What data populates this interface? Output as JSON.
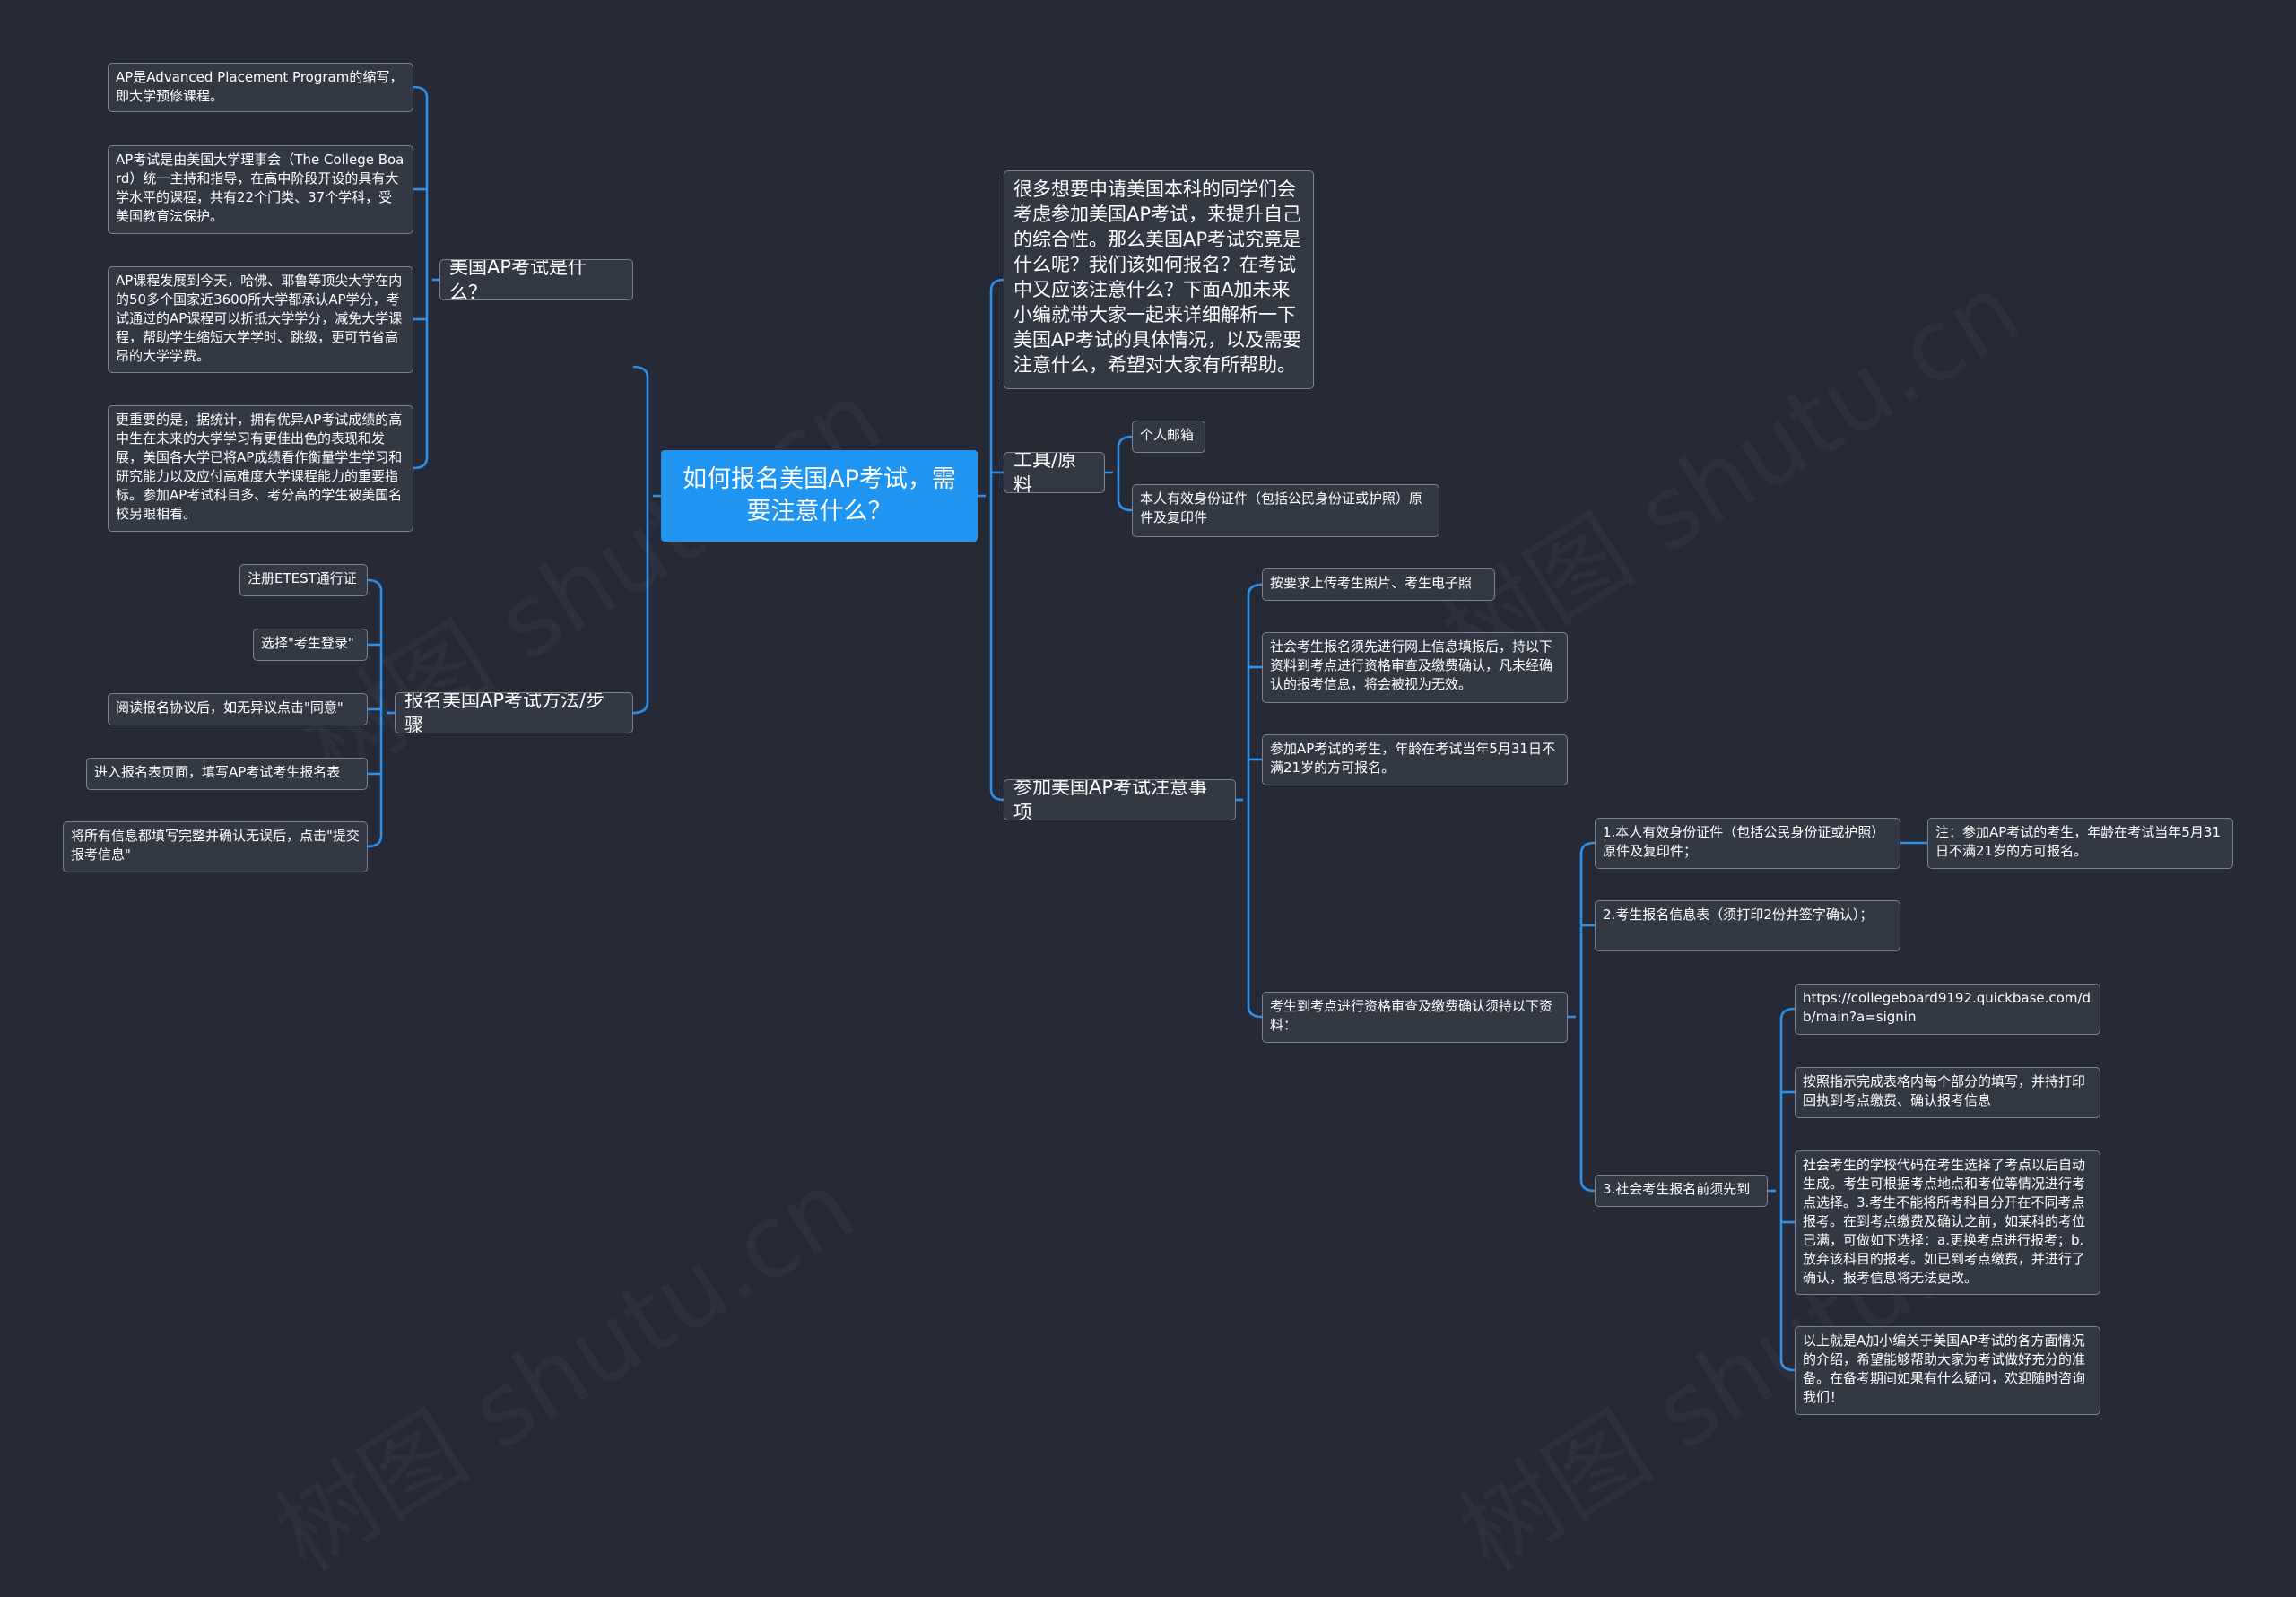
{
  "root": {
    "title": "如何报名美国AP考试，需要注意什么？"
  },
  "branches": {
    "what": {
      "label": "美国AP考试是什么？",
      "items": [
        "AP是Advanced Placement Program的缩写，即大学预修课程。",
        "AP考试是由美国大学理事会（The College Board）统一主持和指导，在高中阶段开设的具有大学水平的课程，共有22个门类、37个学科，受美国教育法保护。",
        "AP课程发展到今天，哈佛、耶鲁等顶尖大学在内的50多个国家近3600所大学都承认AP学分，考试通过的AP课程可以折抵大学学分，减免大学课程，帮助学生缩短大学学时、跳级，更可节省高昂的大学学费。",
        "更重要的是，据统计，拥有优异AP考试成绩的高中生在未来的大学学习有更佳出色的表现和发展，美国各大学已将AP成绩看作衡量学生学习和研究能力以及应付高难度大学课程能力的重要指标。参加AP考试科目多、考分高的学生被美国名校另眼相看。"
      ]
    },
    "steps": {
      "label": "报名美国AP考试方法/步骤",
      "items": [
        "注册ETEST通行证",
        "选择\"考生登录\"",
        "阅读报名协议后，如无异议点击\"同意\"",
        "进入报名表页面，填写AP考试考生报名表",
        "将所有信息都填写完整并确认无误后，点击\"提交报考信息\""
      ]
    },
    "intro": {
      "text": "很多想要申请美国本科的同学们会考虑参加美国AP考试，来提升自己的综合性。那么美国AP考试究竟是什么呢？我们该如何报名？在考试中又应该注意什么？下面A加未来小编就带大家一起来详细解析一下美国AP考试的具体情况，以及需要注意什么，希望对大家有所帮助。"
    },
    "tools": {
      "label": "工具/原料",
      "items": [
        "个人邮箱",
        "本人有效身份证件（包括公民身份证或护照）原件及复印件"
      ]
    },
    "notes": {
      "label": "参加美国AP考试注意事项",
      "items": [
        "按要求上传考生照片、考生电子照",
        "社会考生报名须先进行网上信息填报后，持以下资料到考点进行资格审查及缴费确认，凡未经确认的报考信息，将会被视为无效。",
        "参加AP考试的考生，年龄在考试当年5月31日不满21岁的方可报名。",
        "考生到考点进行资格审查及缴费确认须持以下资料："
      ],
      "materials": [
        "1.本人有效身份证件（包括公民身份证或护照）原件及复印件；",
        "2.考生报名信息表（须打印2份并签字确认）；",
        "3.社会考生报名前须先到"
      ],
      "material_note": "注：参加AP考试的考生，年龄在考试当年5月31日不满21岁的方可报名。",
      "pre_steps": [
        "https://collegeboard9192.quickbase.com/db/main?a=signin",
        "按照指示完成表格内每个部分的填写，并持打印回执到考点缴费、确认报考信息",
        "社会考生的学校代码在考生选择了考点以后自动生成。考生可根据考点地点和考位等情况进行考点选择。3.考生不能将所考科目分开在不同考点报考。在到考点缴费及确认之前，如某科的考位已满，可做如下选择：a.更换考点进行报考；b.放弃该科目的报考。如已到考点缴费，并进行了确认，报考信息将无法更改。",
        "以上就是A加小编关于美国AP考试的各方面情况的介绍，希望能够帮助大家为考试做好充分的准备。在备考期间如果有什么疑问，欢迎随时咨询我们！"
      ]
    }
  },
  "colors": {
    "background": "#262a37",
    "connector": "#2e8fe6",
    "root": "#1f94f0",
    "node": "#333845",
    "border": "#7d8290"
  }
}
